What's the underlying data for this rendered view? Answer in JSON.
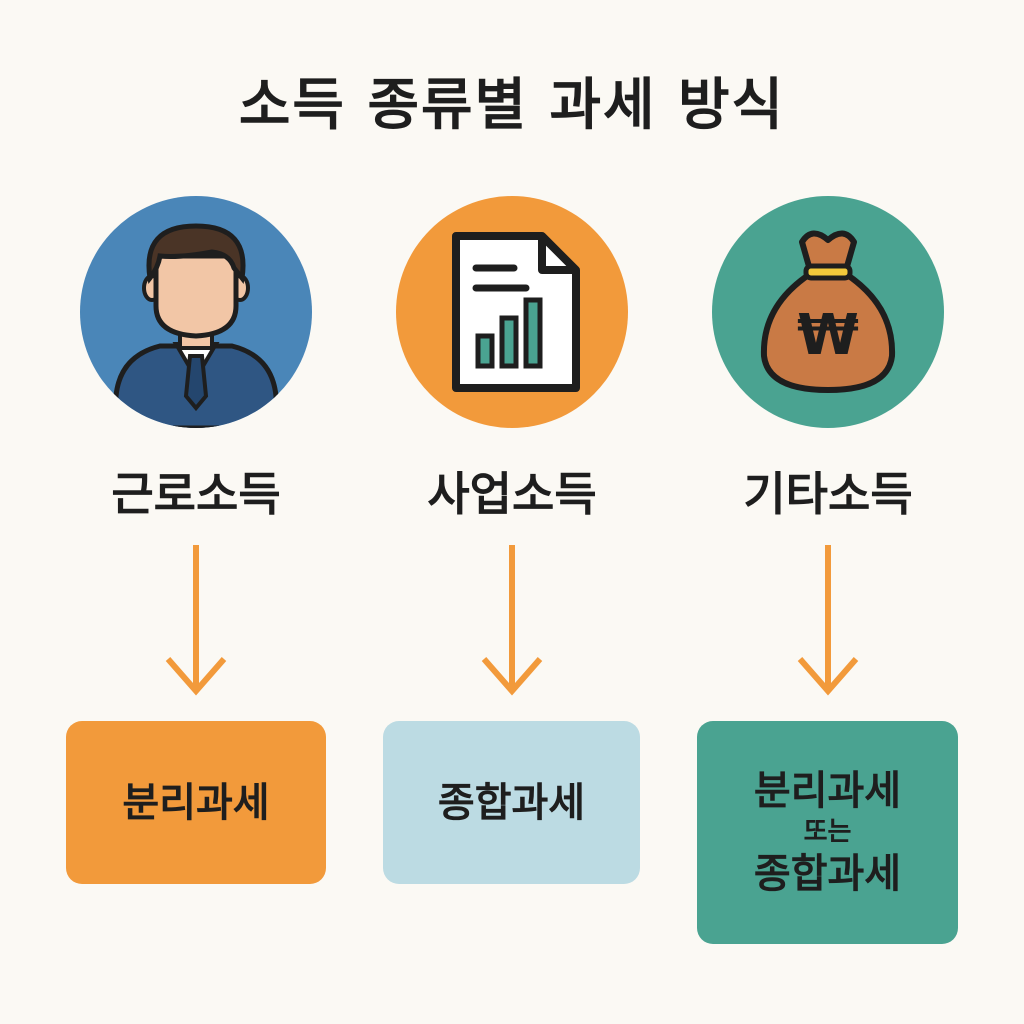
{
  "title": "소득 종류별 과세 방식",
  "columns": [
    {
      "label": "근로소득",
      "icon": "businessman-icon",
      "circle_color": "#4a86b8",
      "result": [
        "분리과세"
      ],
      "box_color": "#f29a3b"
    },
    {
      "label": "사업소득",
      "icon": "document-chart-icon",
      "circle_color": "#f29a3b",
      "result": [
        "종합과세"
      ],
      "box_color": "#bcdbe3"
    },
    {
      "label": "기타소득",
      "icon": "money-bag-icon",
      "circle_color": "#4aa391",
      "result": [
        "분리과세",
        "또는",
        "종합과세"
      ],
      "box_color": "#4aa391"
    }
  ],
  "arrow_color": "#f29a3b",
  "won_symbol": "₩"
}
